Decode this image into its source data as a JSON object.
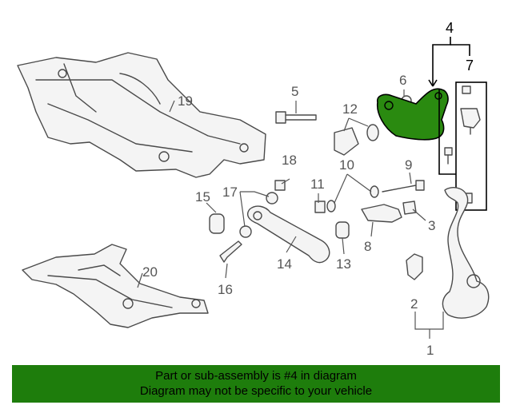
{
  "diagram": {
    "callouts": [
      "1",
      "2",
      "3",
      "4",
      "5",
      "6",
      "7",
      "8",
      "9",
      "10",
      "11",
      "12",
      "13",
      "14",
      "15",
      "16",
      "17",
      "18",
      "19",
      "20"
    ]
  },
  "banner": {
    "line1": "Part or sub-assembly is #4 in diagram",
    "line2": "Diagram may not be specific to your vehicle",
    "background": "#1e7d0c"
  },
  "colors": {
    "highlight": "#2a8a10",
    "lines": "#4a4a4a"
  }
}
